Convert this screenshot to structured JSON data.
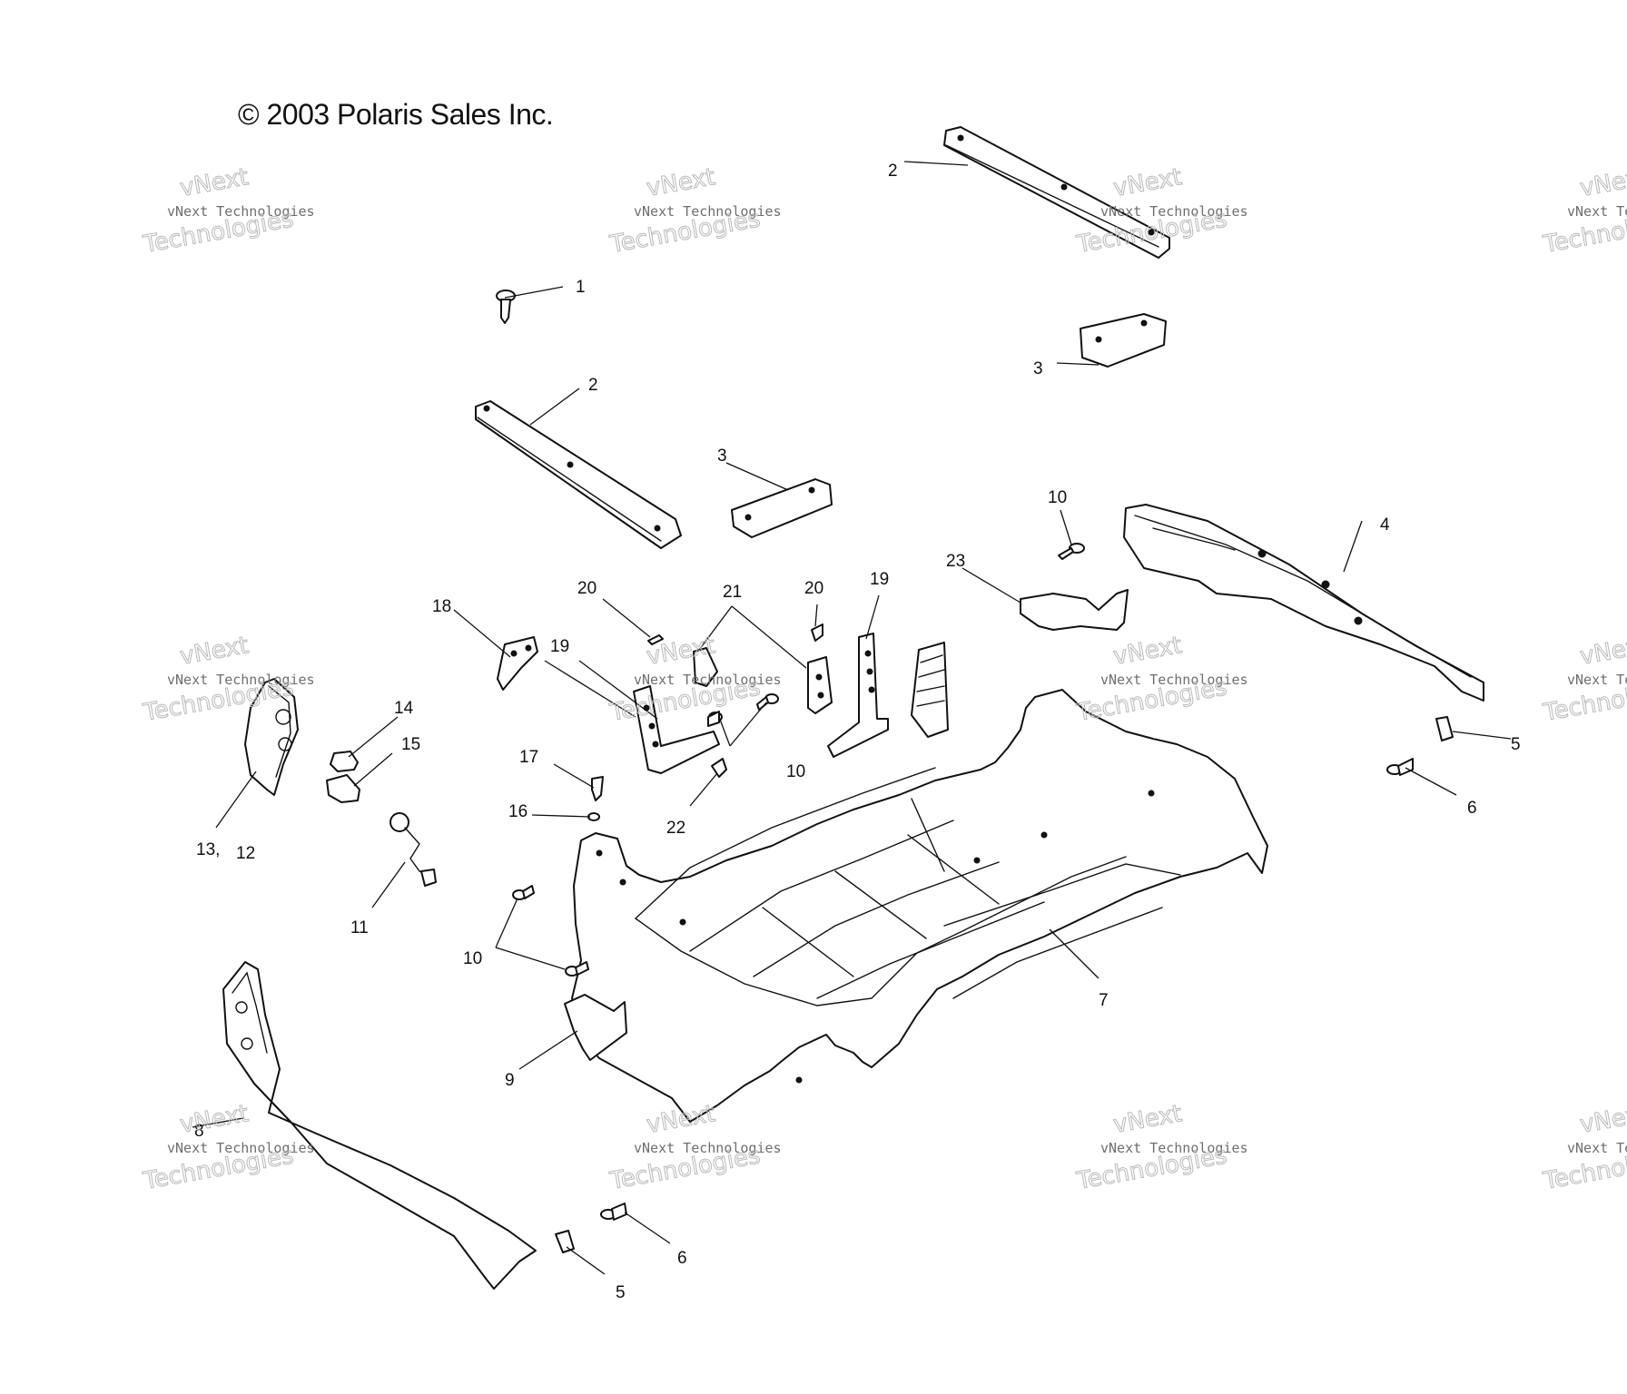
{
  "copyright": "© 2003 Polaris Sales Inc.",
  "watermark": {
    "small": "vNext Technologies",
    "big_top": "vNext",
    "big_bottom": "Technologies"
  },
  "callouts": [
    {
      "id": "c1",
      "text": "1"
    },
    {
      "id": "c2a",
      "text": "2"
    },
    {
      "id": "c2b",
      "text": "2"
    },
    {
      "id": "c3a",
      "text": "3"
    },
    {
      "id": "c3b",
      "text": "3"
    },
    {
      "id": "c4",
      "text": "4"
    },
    {
      "id": "c5a",
      "text": "5"
    },
    {
      "id": "c5b",
      "text": "5"
    },
    {
      "id": "c6a",
      "text": "6"
    },
    {
      "id": "c6b",
      "text": "6"
    },
    {
      "id": "c7",
      "text": "7"
    },
    {
      "id": "c8",
      "text": "8"
    },
    {
      "id": "c9",
      "text": "9"
    },
    {
      "id": "c10a",
      "text": "10"
    },
    {
      "id": "c10b",
      "text": "10"
    },
    {
      "id": "c10c",
      "text": "10"
    },
    {
      "id": "c11",
      "text": "11"
    },
    {
      "id": "c12",
      "text": "12"
    },
    {
      "id": "c13",
      "text": "13,"
    },
    {
      "id": "c14",
      "text": "14"
    },
    {
      "id": "c15",
      "text": "15"
    },
    {
      "id": "c16",
      "text": "16"
    },
    {
      "id": "c17",
      "text": "17"
    },
    {
      "id": "c18",
      "text": "18"
    },
    {
      "id": "c19a",
      "text": "19"
    },
    {
      "id": "c19b",
      "text": "19"
    },
    {
      "id": "c20a",
      "text": "20"
    },
    {
      "id": "c20b",
      "text": "20"
    },
    {
      "id": "c21",
      "text": "21"
    },
    {
      "id": "c22",
      "text": "22"
    },
    {
      "id": "c23",
      "text": "23"
    }
  ]
}
